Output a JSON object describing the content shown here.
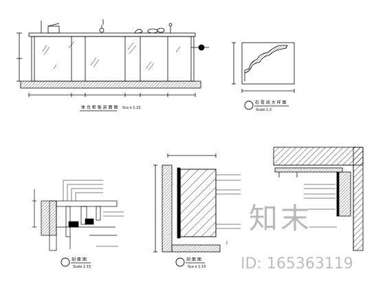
{
  "drawings": {
    "counter_elevation": {
      "title": "体 台 柜 板 剖 面 图",
      "scale": "Sca e 1:15"
    },
    "crown_molding": {
      "title": "石 膏 线 大 样 图",
      "scale": "Scale 1:2"
    },
    "section_a": {
      "title": "剖 面 图",
      "scale": "Scale 1:15"
    },
    "section_b": {
      "title": "剖 面 图",
      "scale": "Sca e 1:10"
    }
  },
  "watermark": {
    "logo_text": "知末",
    "id_text": "ID: 165363119"
  },
  "colors": {
    "line": "#000000",
    "watermark": "#b9b9b9"
  }
}
